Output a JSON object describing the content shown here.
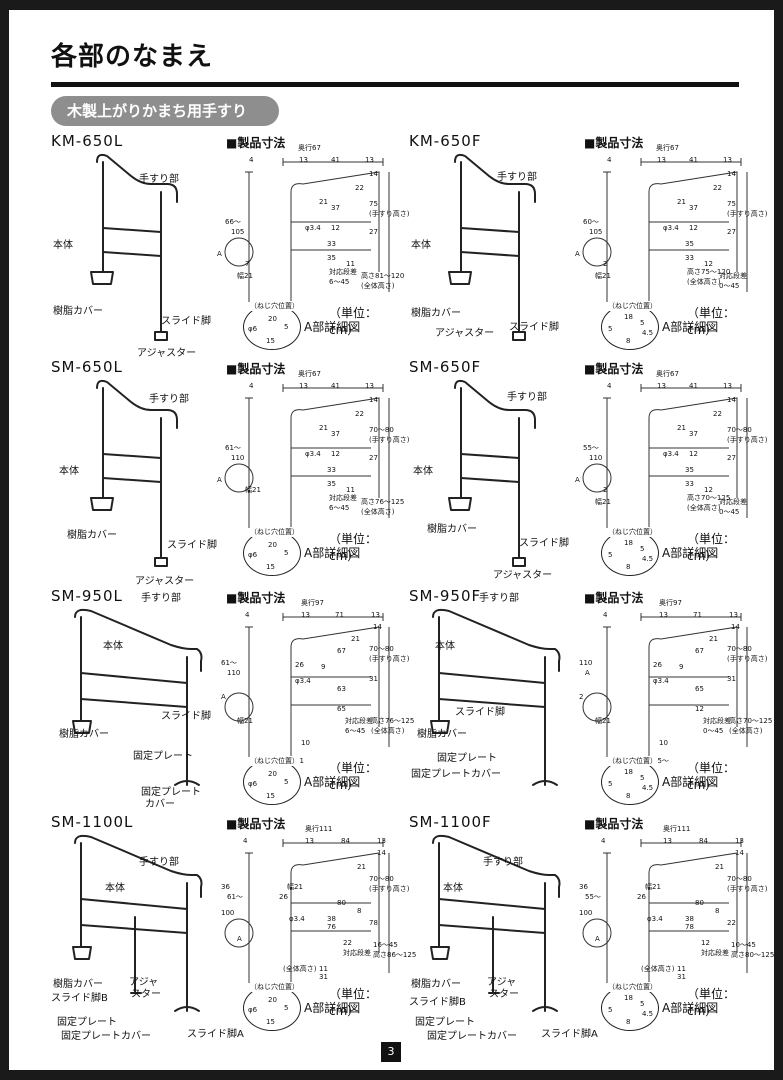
{
  "page_title": "各部のなまえ",
  "section_title": "木製上がりかまち用手すり",
  "dimension_heading": "■製品寸法",
  "unit_label": "（単位：cm）",
  "detail_label": "A部詳細図",
  "hole_label": "（ねじ穴位置）",
  "page_number": "3",
  "products": [
    {
      "model": "KM-650L",
      "parts": [
        "手すり部",
        "本体",
        "樹脂カバー",
        "スライド脚",
        "アジャスター"
      ],
      "dims": [
        "奥行67",
        "13",
        "41",
        "13",
        "4",
        "14",
        "22",
        "21",
        "37",
        "75",
        "(手すり高さ)",
        "φ3.4",
        "12",
        "27",
        "33",
        "35",
        "11",
        "高さ81〜120",
        "(全体高さ)",
        "対応段差",
        "6〜45",
        "66〜",
        "105",
        "A",
        "7",
        "幅21"
      ]
    },
    {
      "model": "KM-650F",
      "parts": [
        "手すり部",
        "本体",
        "樹脂カバー",
        "アジャスター",
        "スライド脚"
      ],
      "dims": [
        "奥行67",
        "13",
        "41",
        "13",
        "4",
        "14",
        "22",
        "21",
        "37",
        "75",
        "(手すり高さ)",
        "φ3.4",
        "12",
        "27",
        "35",
        "33",
        "12",
        "対応段差",
        "0〜45",
        "高さ75〜120",
        "(全体高さ)",
        "60〜",
        "105",
        "A",
        "2",
        "幅21"
      ]
    },
    {
      "model": "SM-650L",
      "parts": [
        "手すり部",
        "本体",
        "樹脂カバー",
        "スライド脚",
        "アジャスター"
      ],
      "dims": [
        "奥行67",
        "13",
        "41",
        "13",
        "4",
        "14",
        "22",
        "21",
        "37",
        "70〜80",
        "(手すり高さ)",
        "φ3.4",
        "12",
        "27",
        "33",
        "35",
        "11",
        "高さ76〜125",
        "(全体高さ)",
        "対応段差",
        "6〜45",
        "61〜",
        "110",
        "A",
        "幅21"
      ]
    },
    {
      "model": "SM-650F",
      "parts": [
        "手すり部",
        "本体",
        "樹脂カバー",
        "スライド脚",
        "アジャスター"
      ],
      "dims": [
        "奥行67",
        "13",
        "41",
        "13",
        "4",
        "14",
        "22",
        "21",
        "37",
        "70〜80",
        "(手すり高さ)",
        "φ3.4",
        "12",
        "27",
        "35",
        "33",
        "12",
        "対応段差",
        "0〜45",
        "高さ70〜125",
        "(全体高さ)",
        "55〜",
        "110",
        "A",
        "2",
        "幅21"
      ]
    },
    {
      "model": "SM-950L",
      "parts": [
        "手すり部",
        "本体",
        "スライド脚",
        "樹脂カバー",
        "固定プレート",
        "固定プレート",
        "カバー"
      ],
      "dims": [
        "奥行97",
        "13",
        "71",
        "13",
        "4",
        "14",
        "21",
        "26",
        "67",
        "70〜80",
        "(手すり高さ)",
        "9",
        "φ3.4",
        "31",
        "63",
        "65",
        "対応段差",
        "6〜45",
        "高さ76〜125",
        "(全体高さ)",
        "10",
        "11",
        "61〜",
        "110",
        "A",
        "幅21"
      ]
    },
    {
      "model": "SM-950F",
      "parts": [
        "手すり部",
        "本体",
        "スライド脚",
        "樹脂カバー",
        "固定プレート",
        "固定プレートカバー"
      ],
      "dims": [
        "奥行97",
        "13",
        "71",
        "13",
        "4",
        "14",
        "21",
        "26",
        "67",
        "70〜80",
        "(手すり高さ)",
        "9",
        "φ3.4",
        "31",
        "65",
        "12",
        "対応段差",
        "0〜45",
        "高さ70〜125",
        "(全体高さ)",
        "10",
        "55〜",
        "110",
        "A",
        "2",
        "幅21"
      ]
    },
    {
      "model": "SM-1100L",
      "parts": [
        "手すり部",
        "本体",
        "樹脂カバー",
        "スライド脚B",
        "アジャ",
        "スター",
        "固定プレート",
        "固定プレートカバー",
        "スライド脚A"
      ],
      "dims": [
        "奥行111",
        "13",
        "84",
        "13",
        "4",
        "14",
        "21",
        "70〜80",
        "(手すり高さ)",
        "26",
        "80",
        "8",
        "φ3.4",
        "38",
        "76",
        "78",
        "22",
        "対応段差",
        "16〜45",
        "高さ86〜125",
        "(全体高さ)",
        "11",
        "31",
        "36",
        "61〜",
        "100",
        "A",
        "幅21"
      ]
    },
    {
      "model": "SM-1100F",
      "parts": [
        "手すり部",
        "本体",
        "樹脂カバー",
        "アジャ",
        "スター",
        "スライド脚B",
        "固定プレート",
        "固定プレートカバー",
        "スライド脚A"
      ],
      "dims": [
        "奥行111",
        "13",
        "84",
        "13",
        "4",
        "14",
        "21",
        "70〜80",
        "(手すり高さ)",
        "26",
        "80",
        "8",
        "φ3.4",
        "38",
        "78",
        "22",
        "12",
        "対応段差",
        "10〜45",
        "高さ80〜125",
        "(全体高さ)",
        "11",
        "31",
        "36",
        "55〜",
        "100",
        "A",
        "幅21"
      ]
    }
  ],
  "detail_dims_l": [
    "20",
    "5",
    "φ6",
    "15"
  ],
  "detail_dims_f": [
    "18",
    "5",
    "5",
    "4.5",
    "8"
  ]
}
